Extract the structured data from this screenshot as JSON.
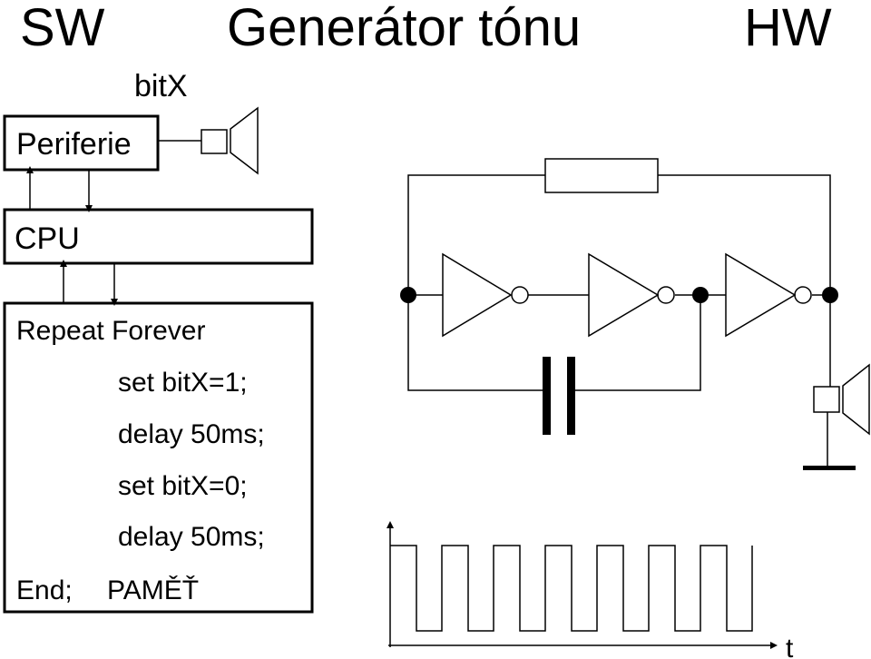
{
  "header": {
    "sw": "SW",
    "title": "Generátor tónu",
    "hw": "HW"
  },
  "software": {
    "signal_label": "bitX",
    "peripheral_label": "Periferie",
    "cpu_label": "CPU",
    "program": {
      "loop_start": "Repeat Forever",
      "lines": [
        "set bitX=1;",
        "delay 50ms;",
        "set bitX=0;",
        "delay 50ms;"
      ],
      "loop_end": "End;",
      "memory_label": "PAMĚŤ"
    }
  },
  "waveform": {
    "time_label": "t"
  },
  "colors": {
    "ink": "#000000",
    "background": "#ffffff"
  }
}
